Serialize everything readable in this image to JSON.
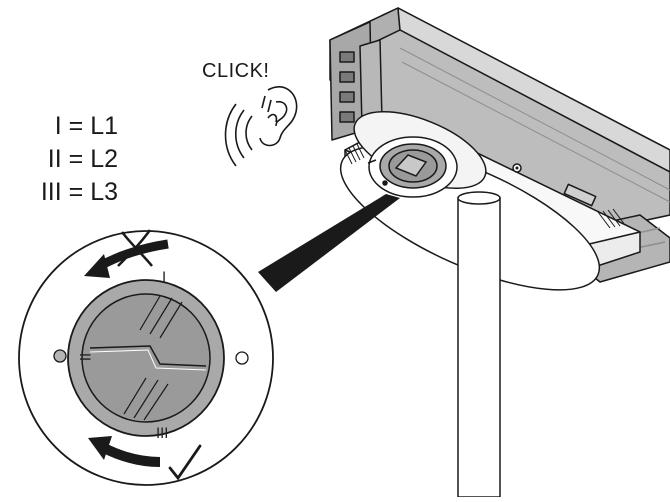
{
  "sound": {
    "label": "CLICK!"
  },
  "legend": [
    {
      "roman": "I",
      "phase": "L1"
    },
    {
      "roman": "II",
      "phase": "L2"
    },
    {
      "roman": "III",
      "phase": "L3"
    }
  ],
  "dial": {
    "markers": {
      "top": "I",
      "left": "II",
      "bottom": "III"
    },
    "wrong_direction": "x-mark",
    "right_direction": "check-mark"
  },
  "colors": {
    "ink": "#1a1a1a",
    "dial_fill": "#a9a9a9",
    "dial_inner": "#9a9a9a",
    "rail": "#c4c4c4",
    "rail_dark": "#8e8e8e"
  }
}
